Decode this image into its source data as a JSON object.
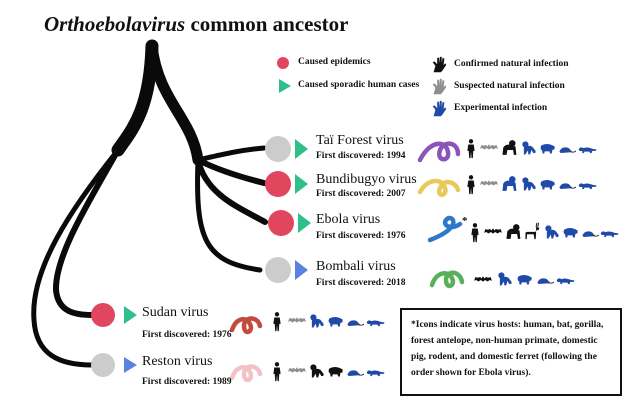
{
  "title": {
    "italic": "Orthoebolavirus",
    "rest": " common ancestor"
  },
  "legend": {
    "epidemic": "Caused epidemics",
    "sporadic": "Caused sporadic human cases",
    "confirmed": "Confirmed natural infection",
    "suspected": "Suspected natural infection",
    "experimental": "Experimental infection"
  },
  "viruses": [
    {
      "name": "Taï Forest virus",
      "discovered": "First discovered: 1994"
    },
    {
      "name": "Bundibugyo virus",
      "discovered": "First discovered: 2007"
    },
    {
      "name": "Ebola virus",
      "discovered": "First discovered: 1976"
    },
    {
      "name": "Bombali virus",
      "discovered": "First discovered: 2018"
    },
    {
      "name": "Sudan virus",
      "discovered": "First discovered: 1976"
    },
    {
      "name": "Reston virus",
      "discovered": "First discovered: 1989"
    }
  ],
  "asterisk": "*",
  "note": "*Icons indicate virus hosts: human, bat, gorilla, forest antelope, non-human primate, domestic pig, rodent, and domestic ferret (following the order shown for Ebola virus).",
  "colors": {
    "epidemic": "#e0475f",
    "sporadic": "#2ebf8a",
    "none": "#cccccc",
    "bombali_triangle": "#5c82e0",
    "confirmed": "#111111",
    "suspected": "#8f8f8f",
    "experimental": "#1f4aa8"
  },
  "icons": {
    "legend": [
      "confirmed-hand-icon",
      "suspected-hand-icon",
      "experimental-hand-icon"
    ],
    "host_order": [
      "human-icon",
      "bat-icon",
      "gorilla-icon",
      "forest-antelope-icon",
      "non-human-primate-icon",
      "domestic-pig-icon",
      "rodent-icon",
      "domestic-ferret-icon"
    ]
  }
}
